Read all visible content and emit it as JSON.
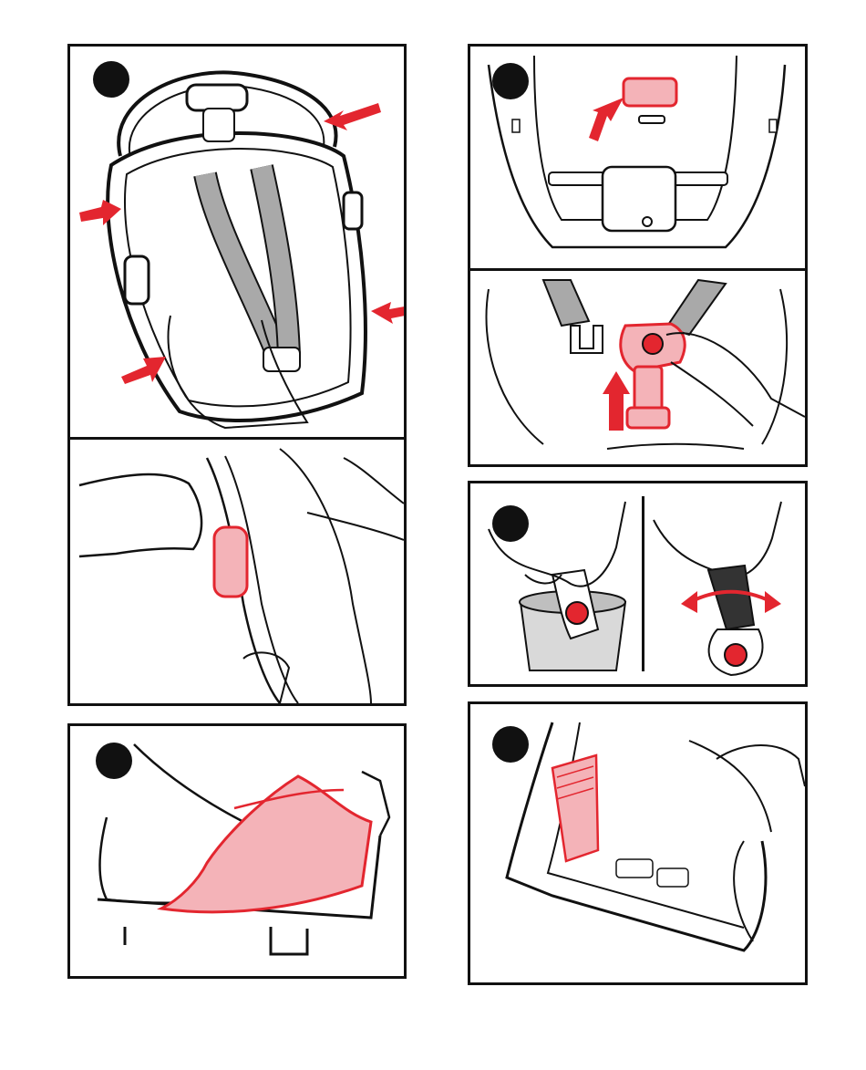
{
  "colors": {
    "accent_red": "#e3262f",
    "highlight_fill": "#f4b3b8",
    "line": "#111111",
    "strap_gray": "#a9a9a9",
    "paper": "#ffffff"
  },
  "steps": [
    {
      "panel": "left-top",
      "subpanels": 2,
      "marker": "step-dot"
    },
    {
      "panel": "left-bottom",
      "subpanels": 1,
      "marker": "step-dot"
    },
    {
      "panel": "right-1",
      "subpanels": 2,
      "marker": "step-dot"
    },
    {
      "panel": "right-2",
      "subpanels": 2,
      "marker": "step-dot"
    },
    {
      "panel": "right-3",
      "subpanels": 1,
      "marker": "step-dot"
    }
  ]
}
